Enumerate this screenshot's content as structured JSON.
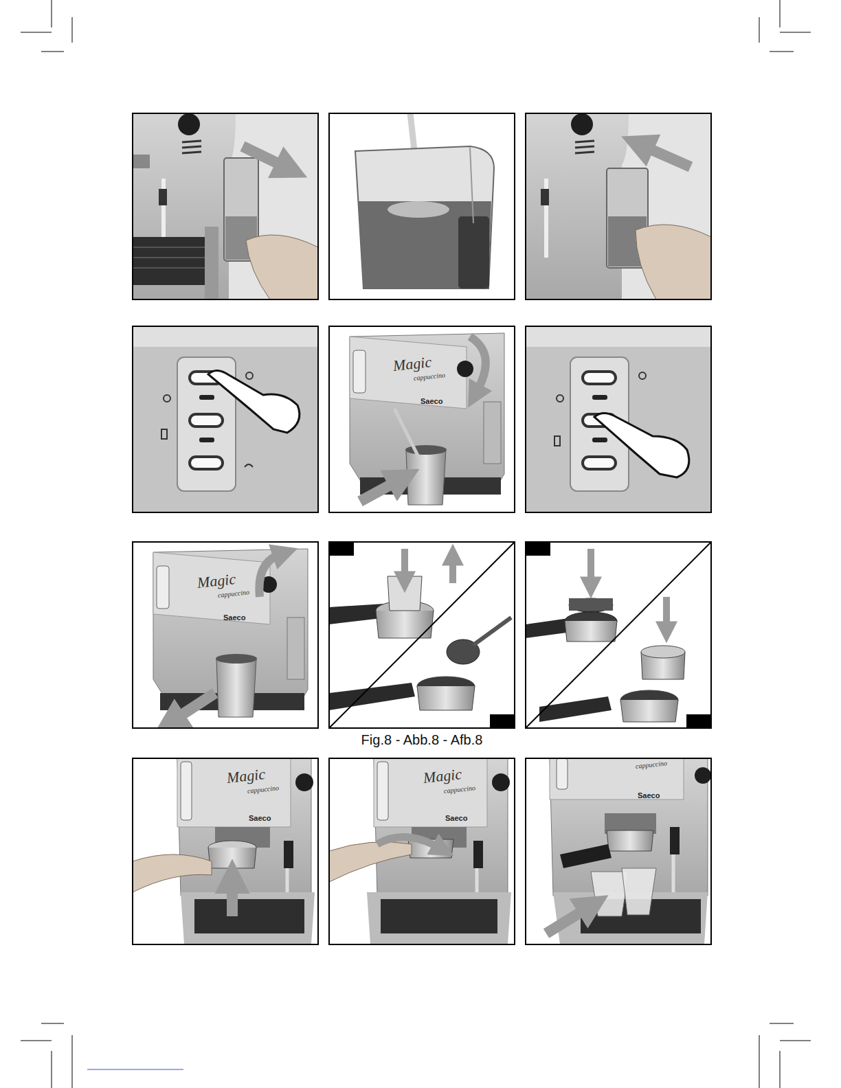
{
  "diagram": {
    "labels": [
      "Magic",
      "cappuccino",
      "Saeco",
      "Magic",
      "cappuccino",
      "Saeco",
      "Fig.8 - Abb.8 - Afb.8",
      "Magic",
      "cappuccino",
      "Saeco",
      "Magic",
      "cappuccino",
      "Saeco",
      "cappuccino",
      "Saeco"
    ]
  }
}
